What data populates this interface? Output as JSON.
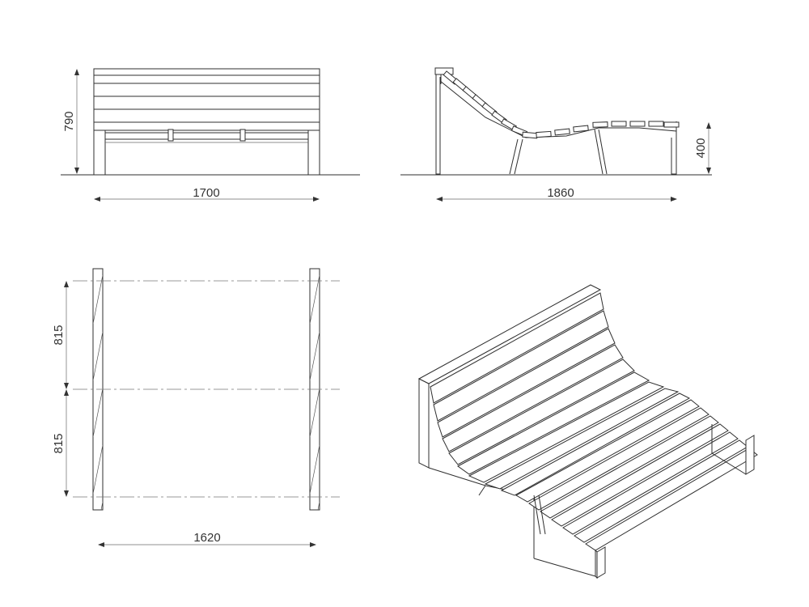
{
  "views": {
    "front": {
      "width_label": "1700",
      "height_label": "790"
    },
    "side": {
      "length_label": "1860",
      "seat_height_label": "400"
    },
    "top": {
      "depth_half_1_label": "815",
      "depth_half_2_label": "815",
      "width_label": "1620"
    },
    "perspective": {}
  },
  "colors": {
    "line": "#2f2f2f",
    "background": "#ffffff",
    "text": "#333333"
  }
}
